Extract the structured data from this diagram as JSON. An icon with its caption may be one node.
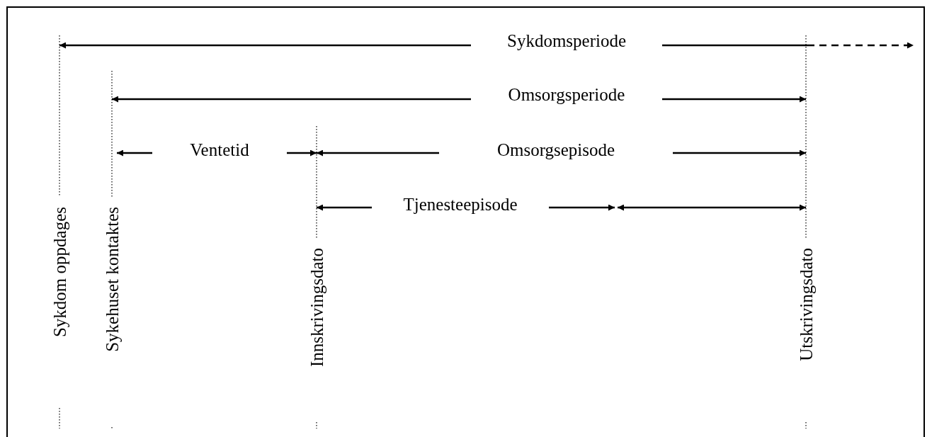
{
  "diagram": {
    "labels": [
      "Sykdomsperiode",
      "Omsorgsperiode",
      "Ventetid",
      "Omsorgsepisode",
      "Tjenesteepisode",
      "Sykdom oppdages",
      "Sykehuset kontaktes",
      "Innskrivingsdato",
      "Utskrivingsdato"
    ]
  }
}
